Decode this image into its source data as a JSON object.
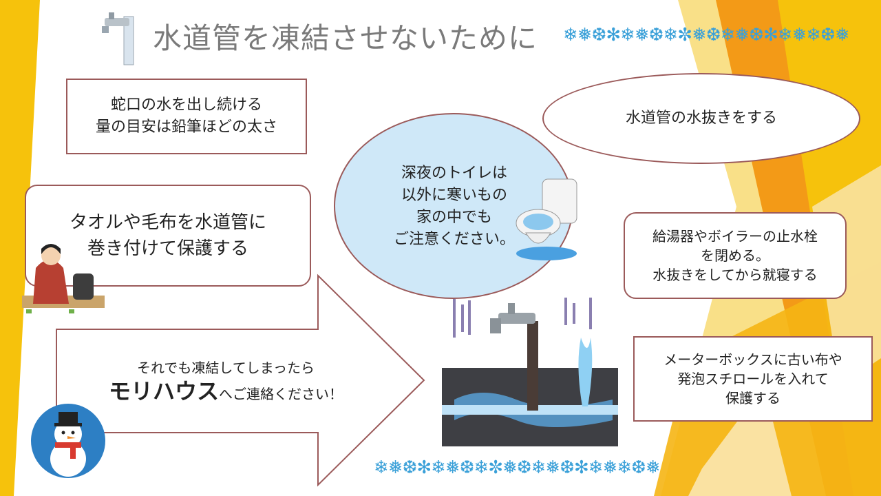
{
  "title": "水道管を凍結させないために",
  "decor": {
    "snowflake_row": "❄❅❆✻❄❅❆❄✼❅❆❄❅❆✻❄❅❄❆❅",
    "snowflake_row_bottom": "❄❅❆✻❄❅❆❄✼❅❆❄❅❆✻❄❅❄❆❅"
  },
  "tips": {
    "faucet": {
      "line1": "蛇口の水を出し続ける",
      "line2": "量の目安は鉛筆ほどの太さ"
    },
    "drain": {
      "text": "水道管の水抜きをする"
    },
    "wrap": {
      "line1": "タオルや毛布を水道管に",
      "line2": "巻き付けて保護する"
    },
    "night": {
      "line1": "深夜のトイレは",
      "line2": "以外に寒いもの",
      "line3": "家の中でも",
      "line4": "ご注意ください。"
    },
    "boiler": {
      "line1": "給湯器やボイラーの止水栓",
      "line2": "を閉める。",
      "line3": "水抜きをしてから就寝する"
    },
    "meter": {
      "line1": "メーターボックスに古い布や",
      "line2": "発泡スチロールを入れて",
      "line3": "保護する"
    }
  },
  "contact": {
    "line1": "それでも凍結してしまったら",
    "company": "モリハウス",
    "suffix": "へご連絡ください！"
  },
  "colors": {
    "accent_yellow": "#f6c20c",
    "accent_orange": "#f39a17",
    "border": "#9b5a5a",
    "ice_blue": "#c9e6f8",
    "snow_blue": "#3aa0d8"
  }
}
